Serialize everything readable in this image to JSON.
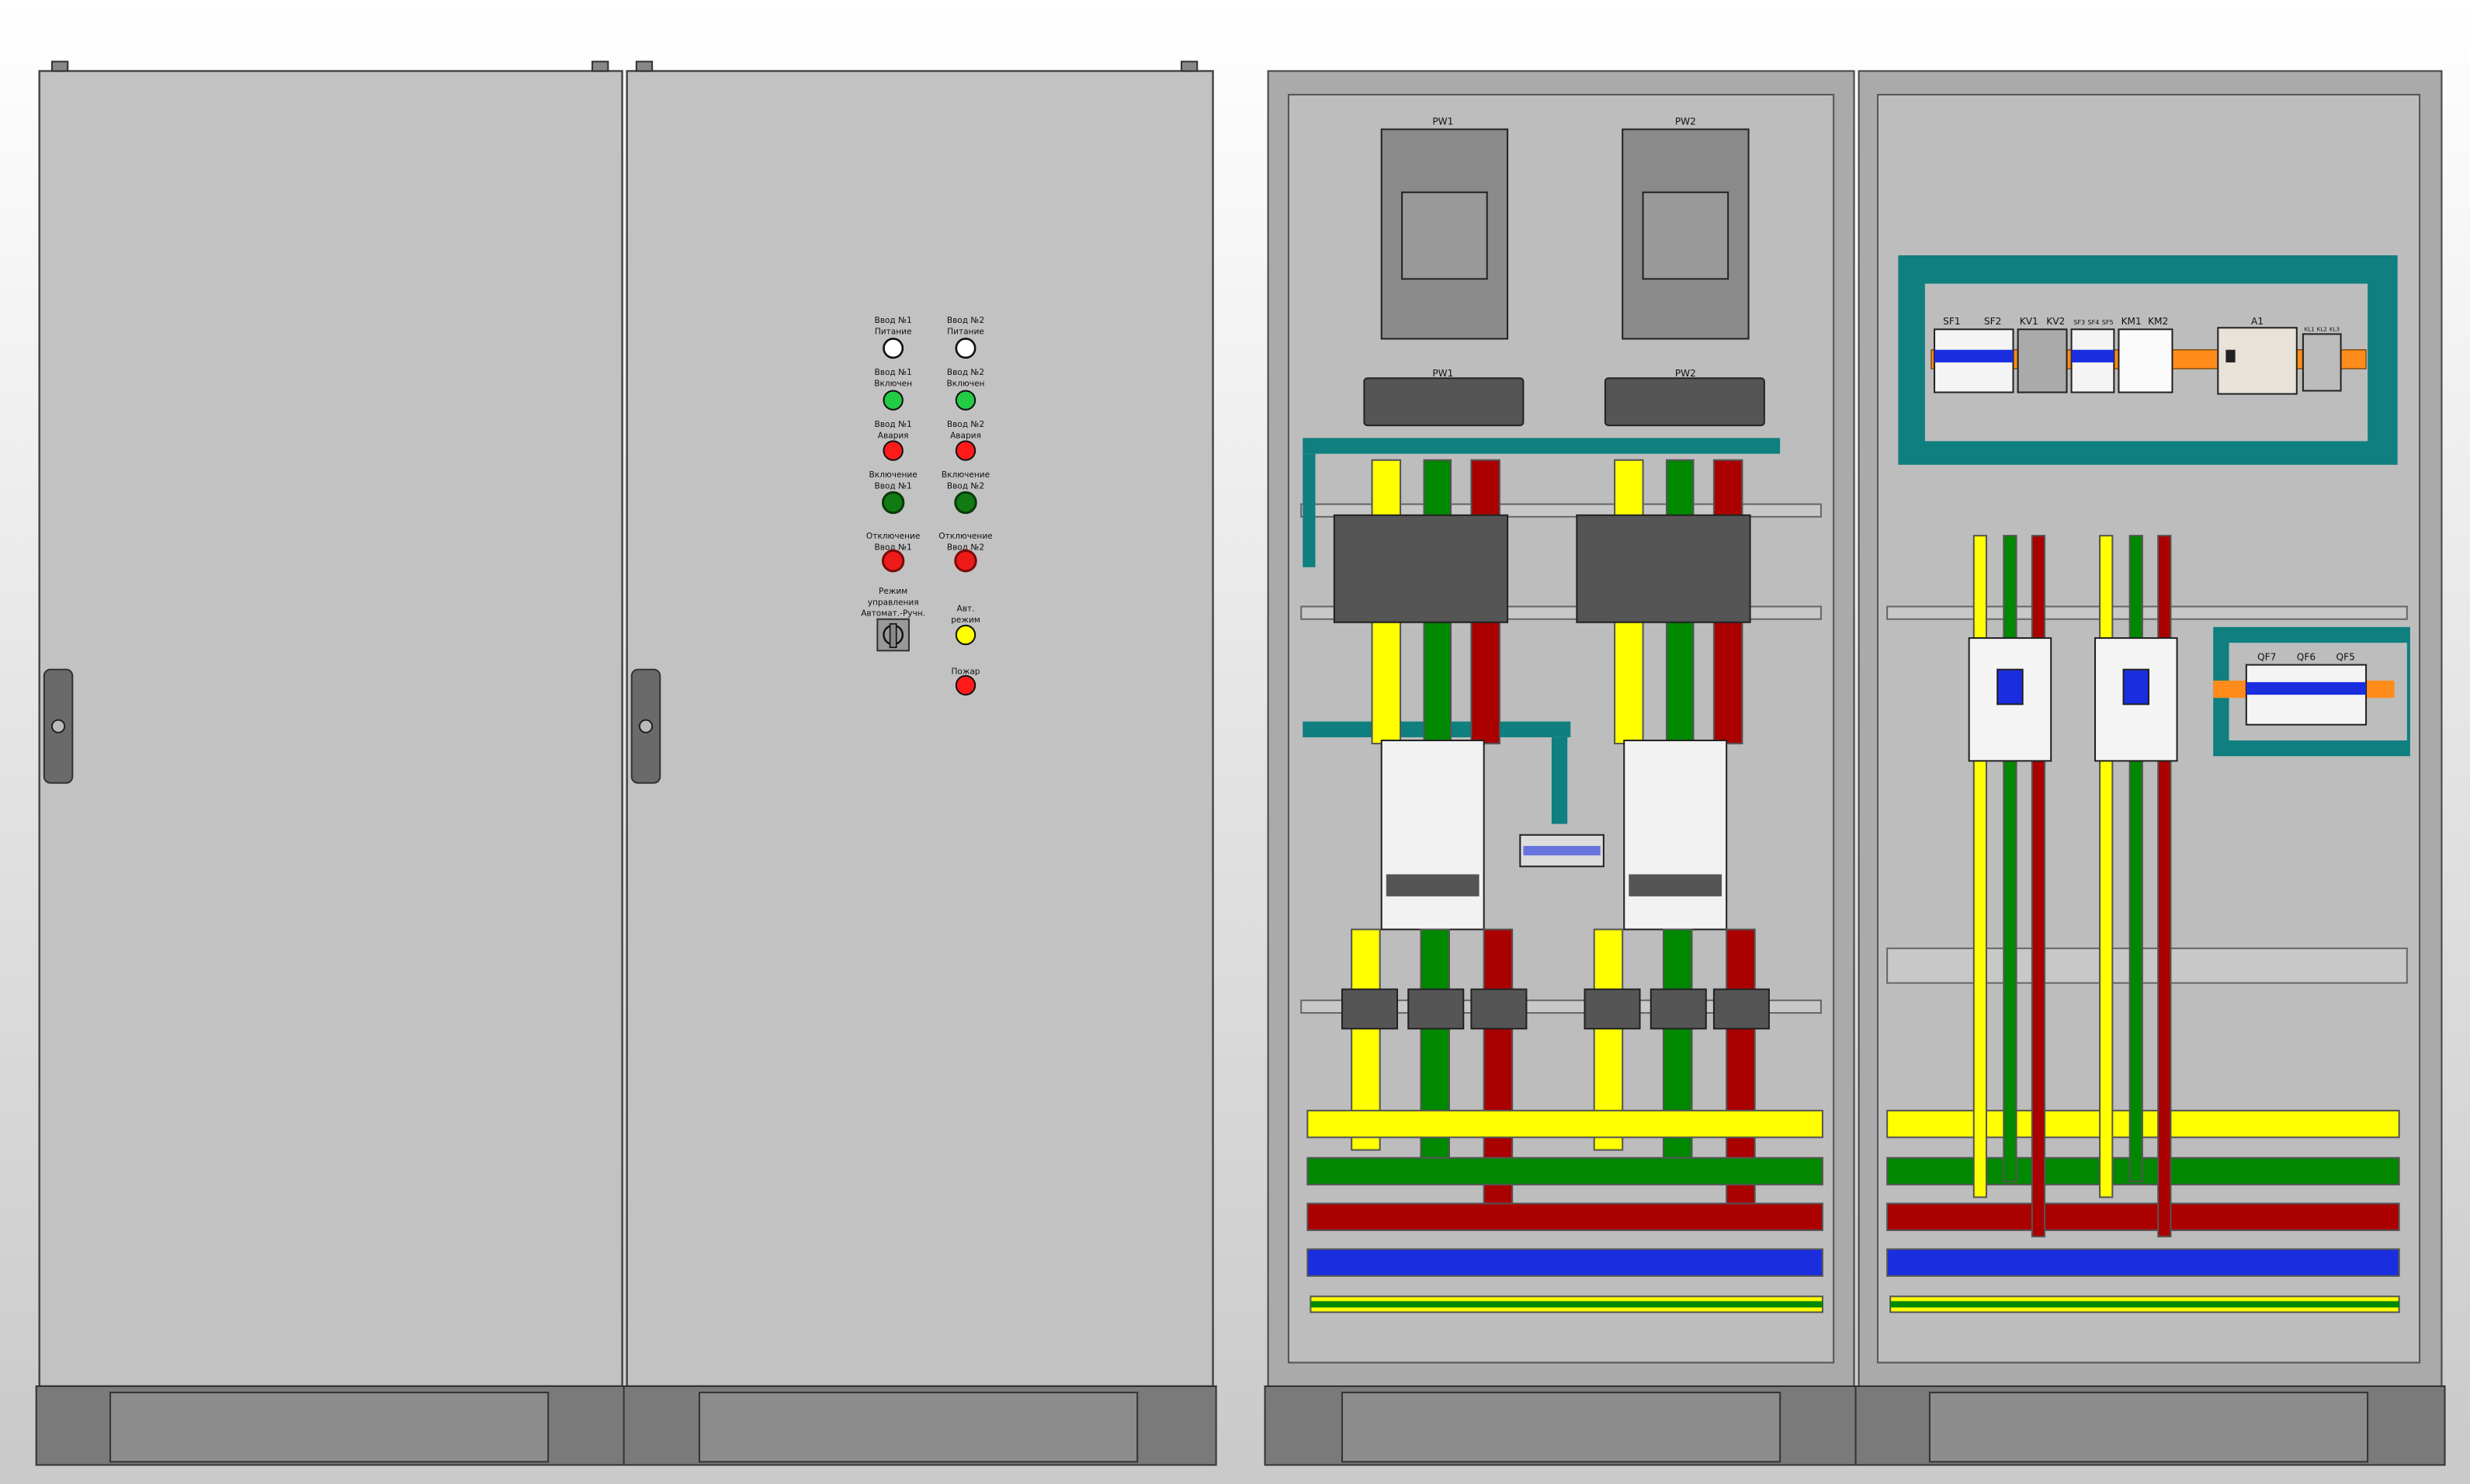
{
  "door_panel": {
    "indicators": [
      {
        "line1": "Ввод №1",
        "line2": "Питание",
        "color": "#ffffff"
      },
      {
        "line1": "Ввод №2",
        "line2": "Питание",
        "color": "#ffffff"
      },
      {
        "line1": "Ввод №1",
        "line2": "Включен",
        "color": "#22cc44"
      },
      {
        "line1": "Ввод №2",
        "line2": "Включен",
        "color": "#22cc44"
      },
      {
        "line1": "Ввод №1",
        "line2": "Авария",
        "color": "#ff1a1a"
      },
      {
        "line1": "Ввод №2",
        "line2": "Авария",
        "color": "#ff1a1a"
      },
      {
        "line1": "Включение",
        "line2": "Ввод №1",
        "color": "#127a12"
      },
      {
        "line1": "Включение",
        "line2": "Ввод №2",
        "color": "#127a12"
      },
      {
        "line1": "Отключение",
        "line2": "Ввод №1",
        "color": "#ee1a1a"
      },
      {
        "line1": "Отключение",
        "line2": "Ввод №2",
        "color": "#ee1a1a"
      }
    ],
    "mode_switch": {
      "line1": "Режим",
      "line2": "управления",
      "line3": "Автомат.-Ручн."
    },
    "auto_mode": {
      "line1": "Авт.",
      "line2": "режим",
      "color": "#ffff00"
    },
    "fire": {
      "label": "Пожар",
      "color": "#ff1a1a"
    }
  },
  "meters": {
    "top": [
      "PW1",
      "PW2"
    ],
    "display": [
      "PW1",
      "PW2"
    ]
  },
  "din_rail_top": [
    "SF1",
    "SF2",
    "KV1",
    "KV2",
    "SF3",
    "SF4",
    "SF5",
    "KM1",
    "KM2",
    "A1",
    "KL1",
    "KL2",
    "KL3"
  ],
  "din_rail_mid": [
    "QF7",
    "QF6",
    "QF5"
  ],
  "colors": {
    "phase_a": "#ffff00",
    "phase_b": "#008800",
    "phase_c": "#aa0000",
    "neutral": "#1a2ee0",
    "teal": "#0f7f7f",
    "rail": "#ff8c1a"
  }
}
